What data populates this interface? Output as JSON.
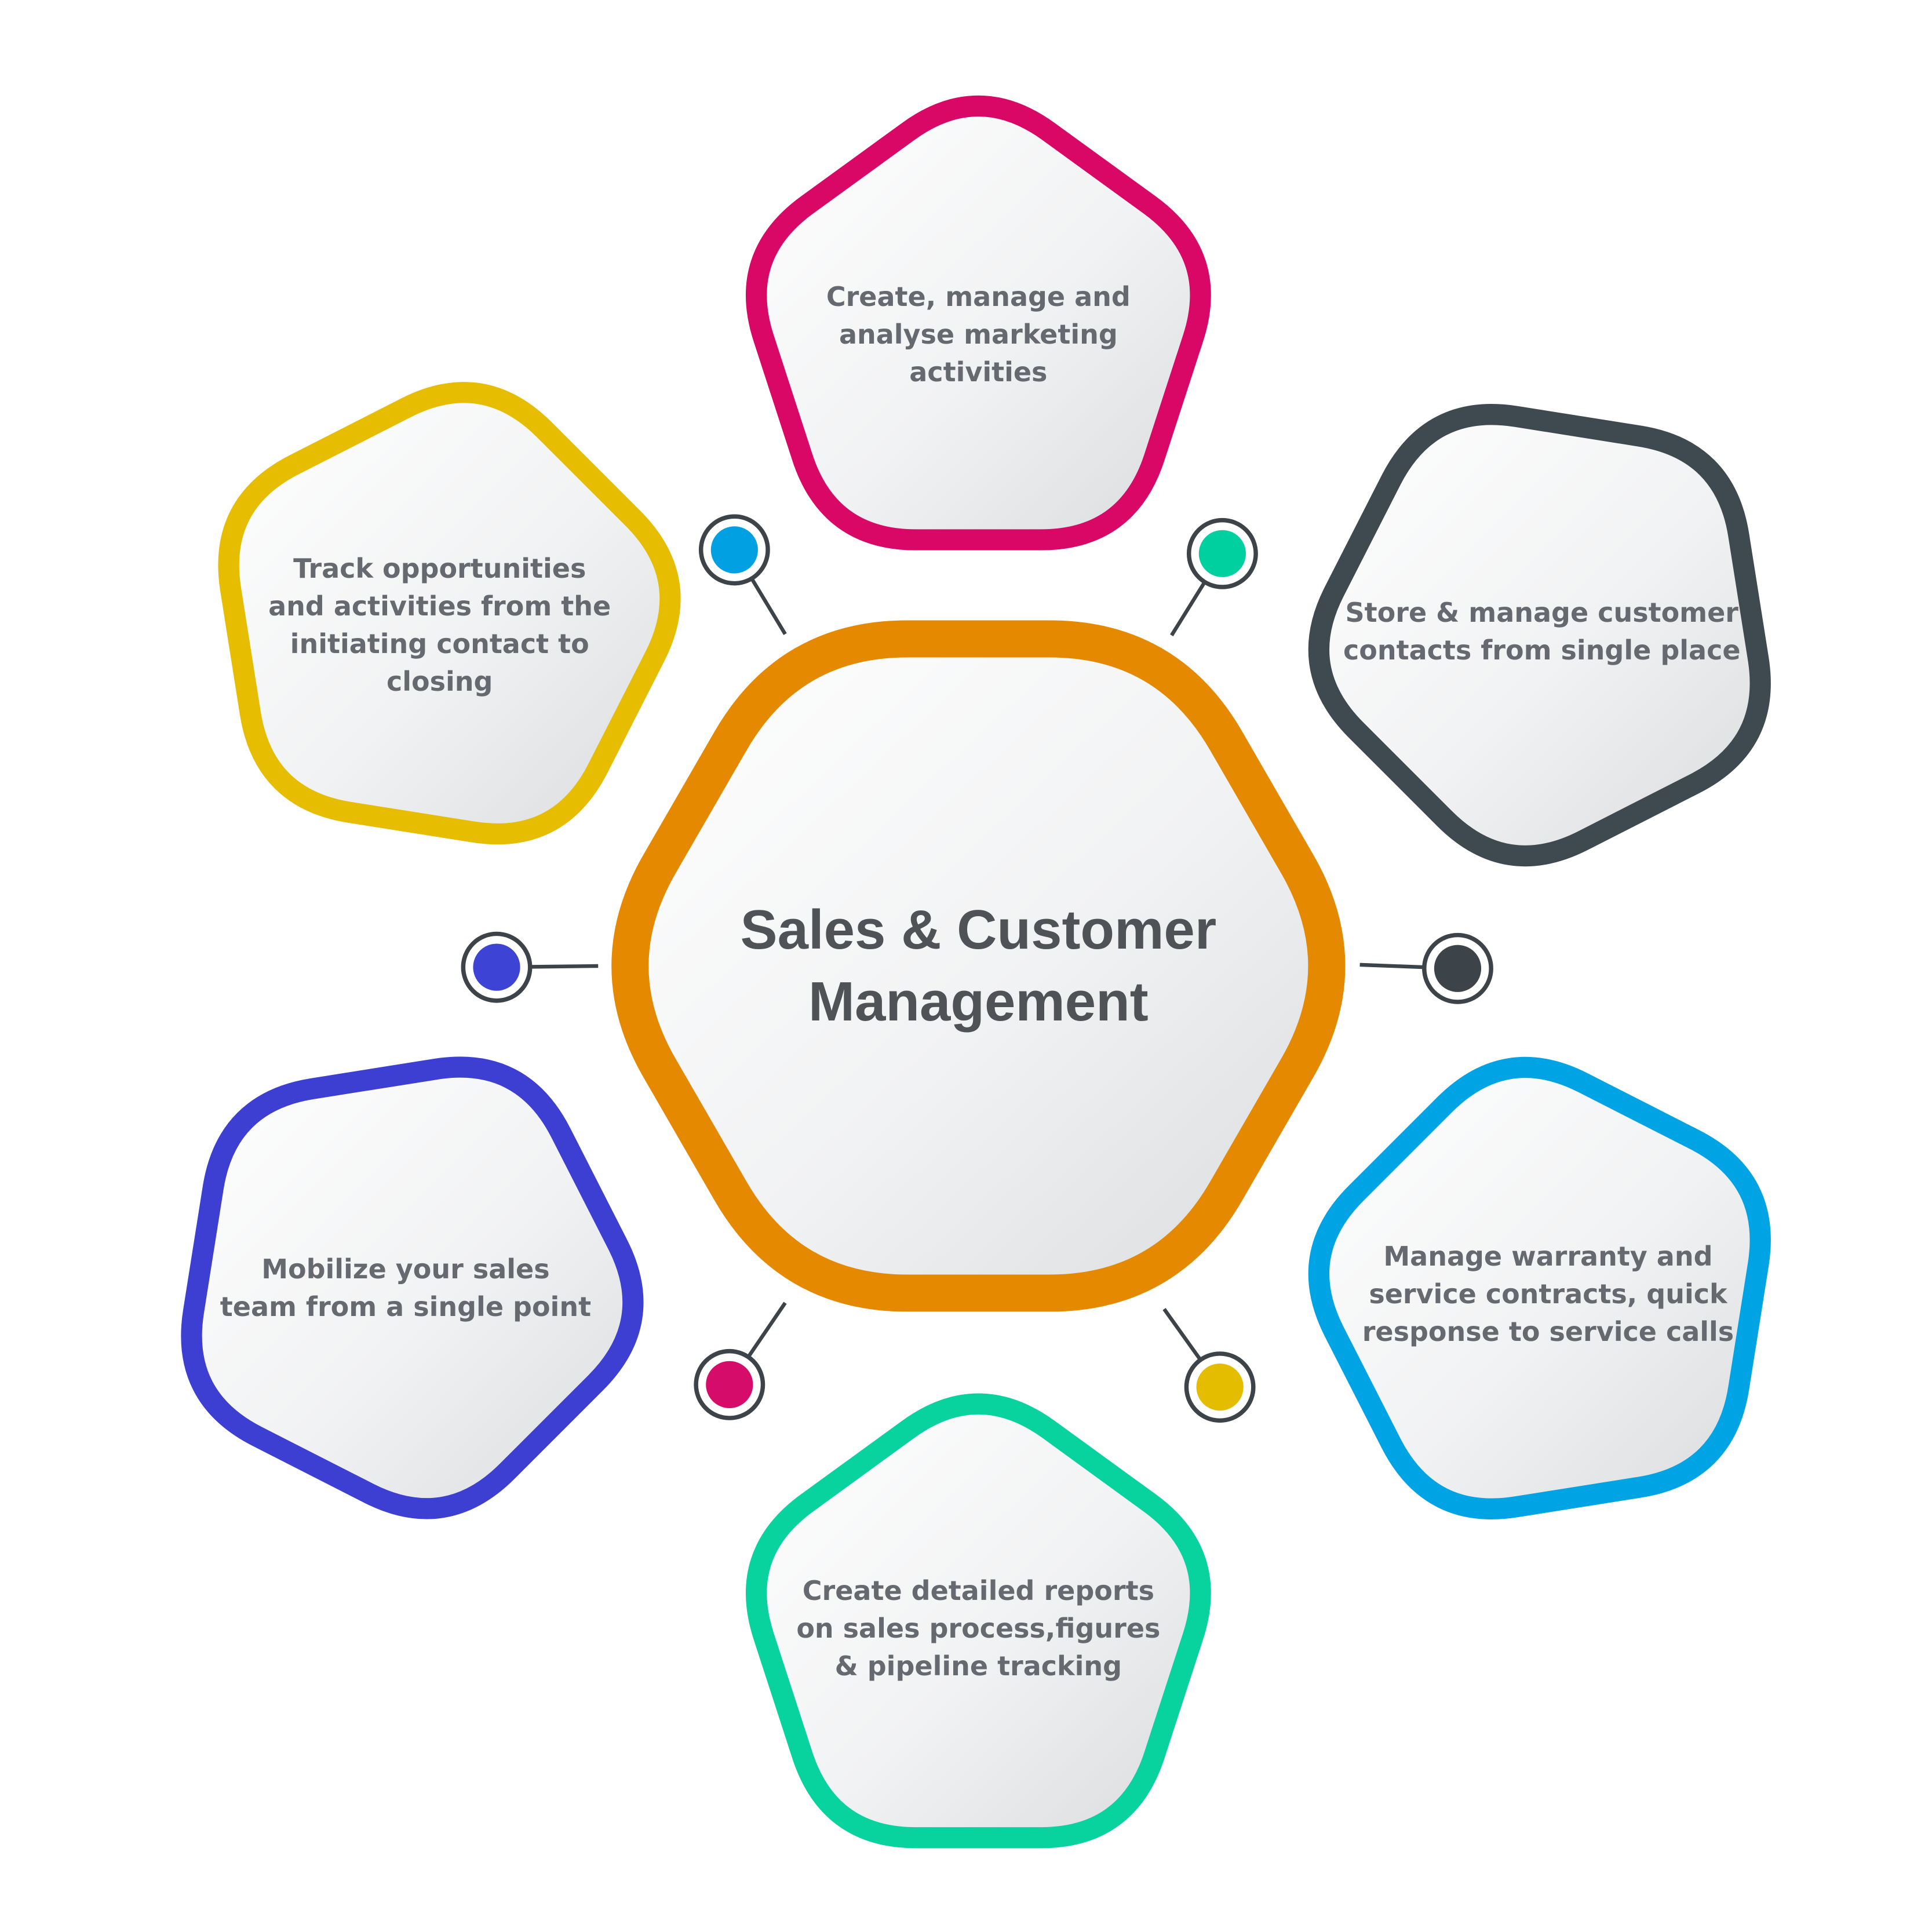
{
  "center": {
    "title": "Sales & Customer\nManagement",
    "color": "#e58a00"
  },
  "features": [
    {
      "id": "marketing",
      "text": "Create, manage and\nanalyse marketing\nactivities",
      "border": "#d90866",
      "dot": "#00a0e3"
    },
    {
      "id": "contacts",
      "text": "Store & manage customer\ncontacts from single place",
      "border": "#3f4a50",
      "dot": "#00d09f"
    },
    {
      "id": "service",
      "text": "Manage warranty and\nservice contracts, quick\nresponse to service calls",
      "border": "#00a4e4",
      "dot": "#3d4449"
    },
    {
      "id": "reports",
      "text": "Create detailed reports\non sales process,figures\n& pipeline tracking",
      "border": "#08d39f",
      "dot": "#e5bd00"
    },
    {
      "id": "mobilize",
      "text": "Mobilize your sales\nteam from a single point",
      "border": "#3d3fd2",
      "dot": "#d50c6a"
    },
    {
      "id": "opportunities",
      "text": "Track opportunities\nand activities from the\ninitiating  contact to closing",
      "border": "#e6bd00",
      "dot": "#3d43d4"
    }
  ]
}
